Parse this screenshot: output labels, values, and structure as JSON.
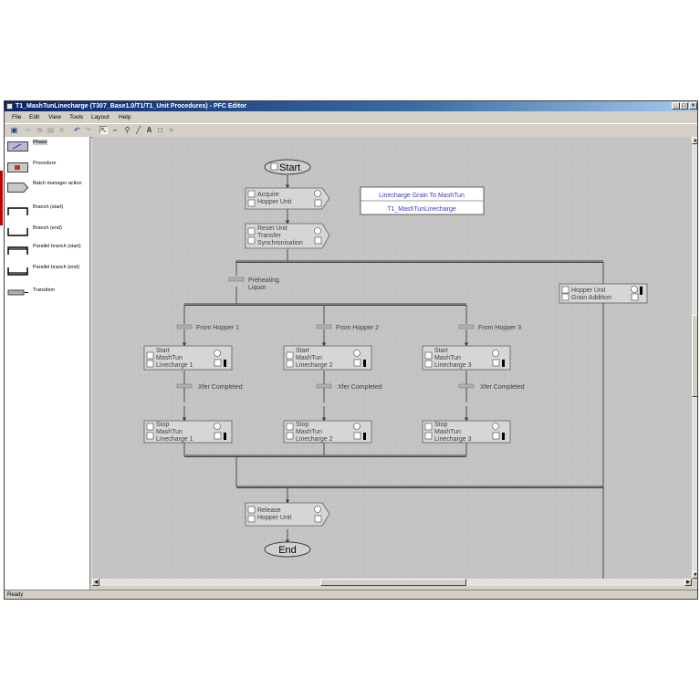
{
  "window": {
    "title": "T1_MashTunLinecharge (T307_Base1.0/T1/T1_Unit Procedures) - PFC Editor"
  },
  "menu": [
    "File",
    "Edit",
    "View",
    "Tools",
    "Layout",
    "Help"
  ],
  "toolbar_icons": [
    "save-icon",
    "cut-icon",
    "copy-icon",
    "paste-icon",
    "delete-icon",
    "undo-icon",
    "redo-icon",
    "select-icon",
    "connect-icon",
    "zoom-icon",
    "line-icon",
    "text-icon",
    "rectangle-icon",
    "ellipse-icon"
  ],
  "palette": [
    {
      "label": "Phase",
      "icon": "phase-icon"
    },
    {
      "label": "Procedure",
      "icon": "procedure-icon"
    },
    {
      "label": "Batch manager action",
      "icon": "batch-manager-action-icon"
    },
    {
      "label": "Branch (start)",
      "icon": "branch-start-icon"
    },
    {
      "label": "Branch (end)",
      "icon": "branch-end-icon"
    },
    {
      "label": "Parallel branch (start)",
      "icon": "parallel-branch-start-icon"
    },
    {
      "label": "Parallel branch (end)",
      "icon": "parallel-branch-end-icon"
    },
    {
      "label": "Transition",
      "icon": "transition-icon"
    }
  ],
  "diagram": {
    "start": "Start",
    "end": "End",
    "info_box": [
      "Linecharge Grain To MashTun",
      "T1_MashTunLinecharge"
    ],
    "phases": {
      "acquire": [
        "Acquire",
        "Hopper Unit"
      ],
      "reset": [
        "Reset Unit",
        "Transfer",
        "Synchronisation"
      ],
      "hopper_grain": [
        "Hopper Unit",
        "Grain Addition"
      ],
      "start1": [
        "Start",
        "MashTun",
        "Linecharge 1"
      ],
      "start2": [
        "Start",
        "MashTun",
        "Linecharge 2"
      ],
      "start3": [
        "Start",
        "MashTun",
        "Linecharge 3"
      ],
      "stop1": [
        "Stop",
        "MashTun",
        "Linecharge 1"
      ],
      "stop2": [
        "Stop",
        "MashTun",
        "Linecharge 2"
      ],
      "stop3": [
        "Stop",
        "MashTun",
        "Linecharge 3"
      ],
      "release": [
        "Release",
        "Hopper Unit"
      ]
    },
    "transitions": {
      "preheating": [
        "Preheating",
        "Liquor"
      ],
      "from1": "From Hopper 1",
      "from2": "From Hopper 2",
      "from3": "From Hopper 3",
      "xfer1": "Xfer Completed",
      "xfer2": "Xfer Completed",
      "xfer3": "Xfer Completed"
    }
  },
  "status": "Ready",
  "colors": {
    "title_active": "#0a246a",
    "canvas": "#c0c0c0",
    "node": "#d6d6d6",
    "info_text": "#3838c8"
  }
}
